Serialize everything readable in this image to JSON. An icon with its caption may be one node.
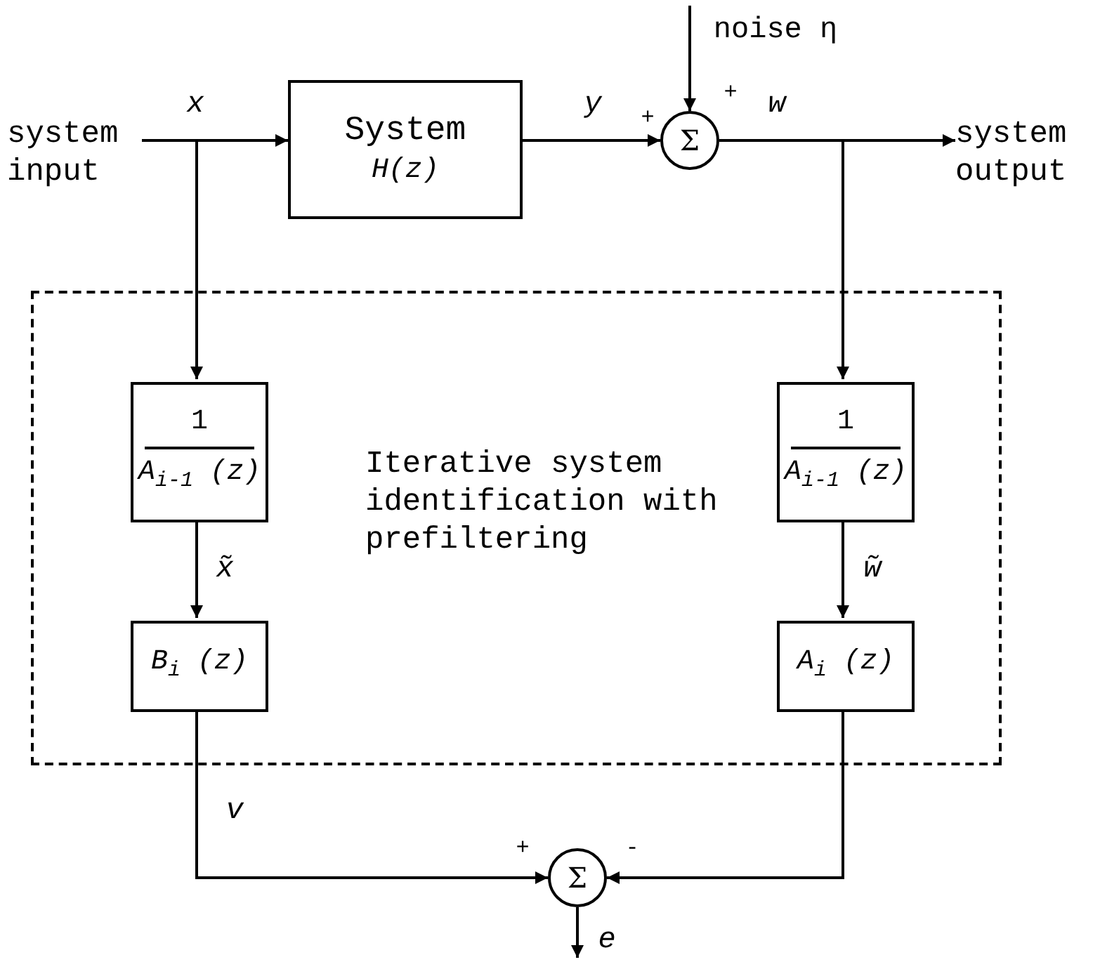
{
  "diagram": {
    "nodes": [
      {
        "text": [
          "system input"
        ]
      },
      {
        "text": [
          "System",
          "H(z)"
        ]
      },
      {
        "text": [
          "Σ"
        ]
      },
      {
        "text": [
          "system output"
        ]
      },
      {
        "text": [
          "Iterative system identification with prefiltering"
        ]
      },
      {
        "text": [
          "1",
          "A$_{i-1}$ (z)"
        ],
        "in": 4
      },
      {
        "text": [
          "B$_{i}$ (z)"
        ],
        "in": 4
      },
      {
        "text": [
          "1",
          "A$_{i-1}$ (z)"
        ],
        "in": 4
      },
      {
        "text": [
          "A$_{i}$ (z)"
        ],
        "in": 4
      },
      {
        "text": [
          "Σ"
        ]
      }
    ],
    "edges": [
      {
        "from": 0,
        "to": 1,
        "arrow": "to",
        "label": "x"
      },
      {
        "from": 0,
        "to": 5,
        "arrow": "to"
      },
      {
        "from": 1,
        "to": 2,
        "arrow": "to",
        "label": "y"
      },
      {
        "from": null,
        "to": 2,
        "arrow": "to",
        "label": "noise η"
      },
      {
        "from": 2,
        "to": 3,
        "arrow": "to",
        "label": "w"
      },
      {
        "from": 2,
        "to": 7,
        "arrow": "to"
      },
      {
        "from": 5,
        "to": 6,
        "arrow": "to",
        "label": "x̃"
      },
      {
        "from": 7,
        "to": 8,
        "arrow": "to",
        "label": "w̃"
      },
      {
        "from": 6,
        "to": 9,
        "arrow": "to",
        "label": "v"
      },
      {
        "from": 8,
        "to": 9,
        "arrow": "to"
      },
      {
        "from": 9,
        "to": null,
        "arrow": "to",
        "label": "e"
      }
    ],
    "labels": [
      "+",
      "+",
      "+",
      "-"
    ]
  }
}
